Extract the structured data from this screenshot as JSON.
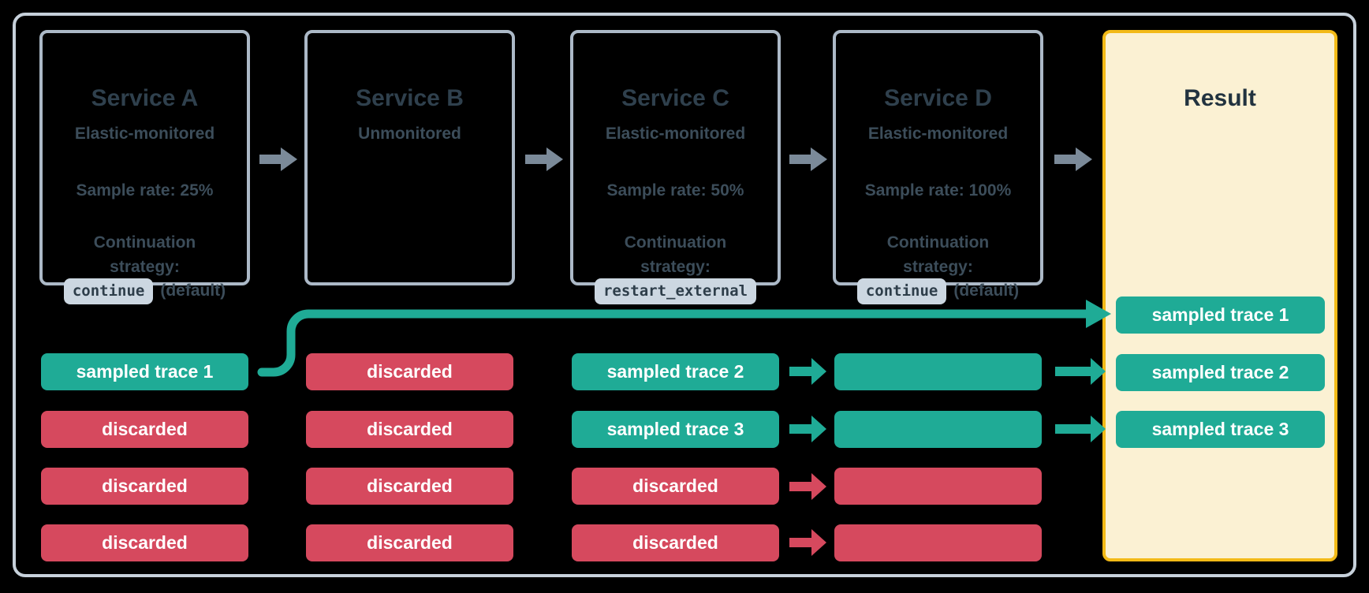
{
  "services": [
    {
      "title": "Service A",
      "monitoring": "Elastic-monitored",
      "sample_rate": "Sample rate: 25%",
      "continuation_line1": "Continuation",
      "continuation_line2": "strategy:",
      "strategy_code": "continue",
      "strategy_note": "(default)"
    },
    {
      "title": "Service B",
      "monitoring": "Unmonitored"
    },
    {
      "title": "Service C",
      "monitoring": "Elastic-monitored",
      "sample_rate": "Sample rate: 50%",
      "continuation_line1": "Continuation",
      "continuation_line2": "strategy:",
      "strategy_code": "restart_external",
      "strategy_note": ""
    },
    {
      "title": "Service D",
      "monitoring": "Elastic-monitored",
      "sample_rate": "Sample rate: 100%",
      "continuation_line1": "Continuation",
      "continuation_line2": "strategy:",
      "strategy_code": "continue",
      "strategy_note": "(default)"
    }
  ],
  "trace_columns": {
    "service_a": [
      {
        "label": "sampled trace 1",
        "type": "sampled"
      },
      {
        "label": "discarded",
        "type": "discarded"
      },
      {
        "label": "discarded",
        "type": "discarded"
      },
      {
        "label": "discarded",
        "type": "discarded"
      }
    ],
    "service_b": [
      {
        "label": "discarded",
        "type": "discarded"
      },
      {
        "label": "discarded",
        "type": "discarded"
      },
      {
        "label": "discarded",
        "type": "discarded"
      },
      {
        "label": "discarded",
        "type": "discarded"
      }
    ],
    "service_c": [
      {
        "label": "sampled trace 2",
        "type": "sampled"
      },
      {
        "label": "sampled trace 3",
        "type": "sampled"
      },
      {
        "label": "discarded",
        "type": "discarded"
      },
      {
        "label": "discarded",
        "type": "discarded"
      }
    ],
    "service_d": [
      {
        "label": "",
        "type": "sampled"
      },
      {
        "label": "",
        "type": "sampled"
      },
      {
        "label": "",
        "type": "discarded"
      },
      {
        "label": "",
        "type": "discarded"
      }
    ]
  },
  "result": {
    "title": "Result",
    "bars": [
      {
        "label": "sampled trace 1",
        "type": "sampled"
      },
      {
        "label": "sampled trace 2",
        "type": "sampled"
      },
      {
        "label": "sampled trace 3",
        "type": "sampled"
      }
    ]
  },
  "colors": {
    "sampled_teal": "#1FAB96",
    "discarded_red": "#D6495E",
    "result_fill": "#FBF1D3",
    "result_border": "#F3BA17",
    "service_box_border": "#ACB9C7",
    "outer_frame_border": "#C7D1DB",
    "flow_arrow_gray": "#7B8A99",
    "text_slate": "#3C4D5A",
    "chip_background": "#CCD7E1"
  }
}
